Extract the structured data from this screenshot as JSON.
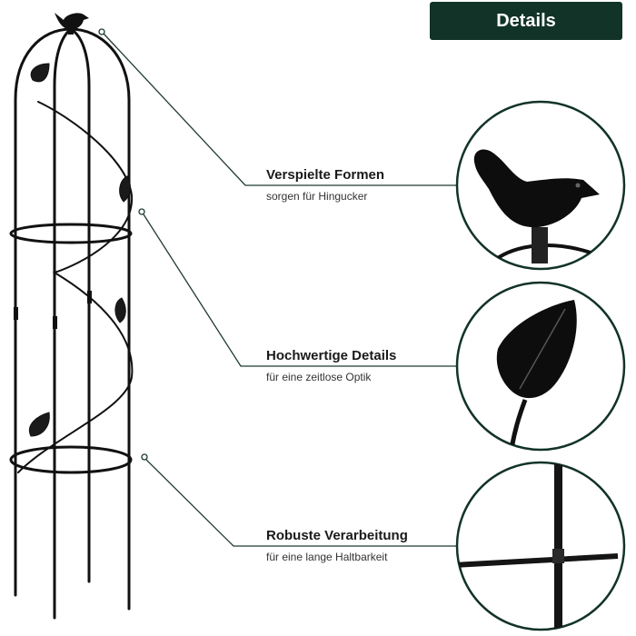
{
  "header": {
    "badge_label": "Details"
  },
  "callouts": [
    {
      "title": "Verspielte Formen",
      "subtitle": "sorgen für Hingucker"
    },
    {
      "title": "Hochwertige Details",
      "subtitle": "für eine zeitlose Optik"
    },
    {
      "title": "Robuste Verarbeitung",
      "subtitle": "für eine lange Haltbarkeit"
    }
  ],
  "colors": {
    "accent": "#123328",
    "product": "#111111",
    "line": "#1f3a30"
  }
}
